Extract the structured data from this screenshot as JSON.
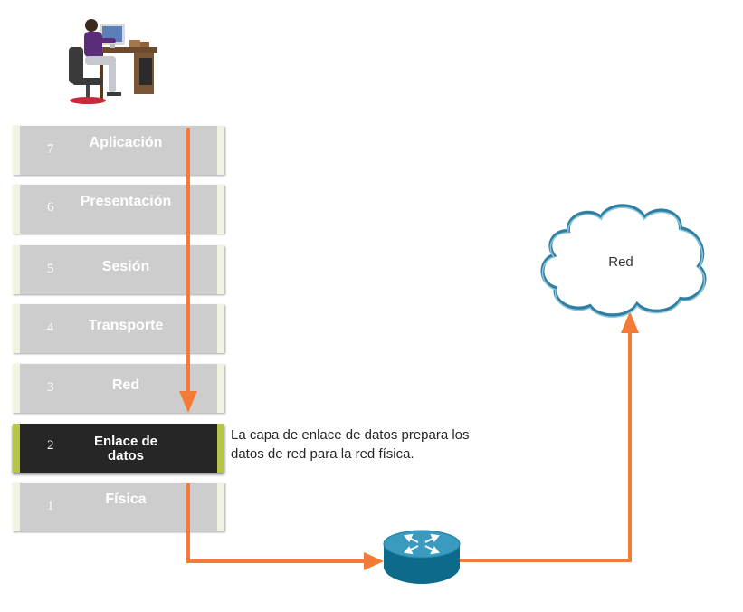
{
  "layers": [
    {
      "number": "7",
      "name": "Aplicación"
    },
    {
      "number": "6",
      "name": "Presentación"
    },
    {
      "number": "5",
      "name": "Sesión"
    },
    {
      "number": "4",
      "name": "Transporte"
    },
    {
      "number": "3",
      "name": "Red"
    },
    {
      "number": "2",
      "name_line1": "Enlace de",
      "name_line2": "datos"
    },
    {
      "number": "1",
      "name": "Física"
    }
  ],
  "description_line1": "La capa de enlace de datos prepara los",
  "description_line2": "datos de red para la red física.",
  "network_label": "Red",
  "colors": {
    "arrow": "#f47b35",
    "layer_bg": "#cdcdcd",
    "layer_border": "#f1f3e0",
    "active_bg": "#262626",
    "active_border": "#b7c44a",
    "cloud_stroke": "#2f7fa3",
    "router": "#0e6a8a"
  },
  "icons": [
    "computer-user-icon",
    "router-icon",
    "network-cloud-icon"
  ]
}
